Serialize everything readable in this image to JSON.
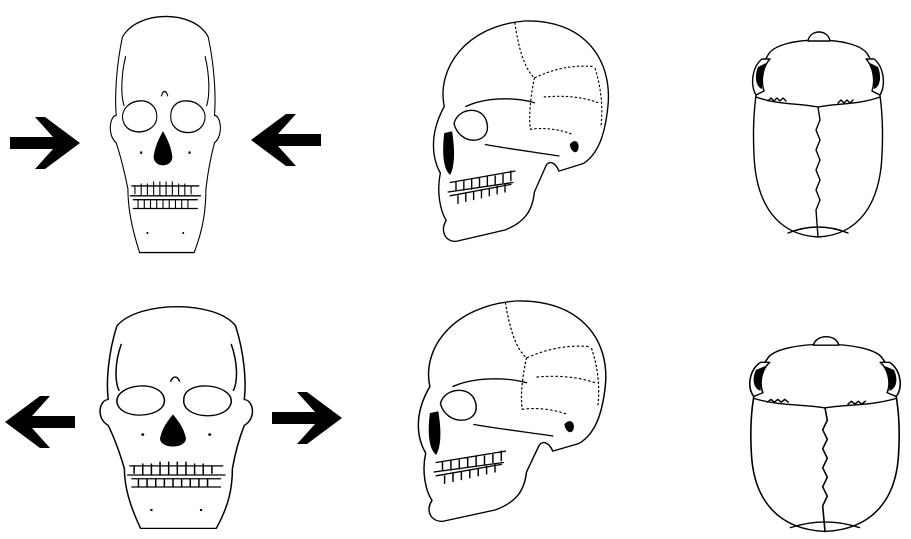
{
  "figure": {
    "rows": [
      {
        "row": "narrow",
        "arrow_direction": "inward"
      },
      {
        "row": "broad",
        "arrow_direction": "outward"
      }
    ],
    "views": [
      "frontal",
      "lateral",
      "superior"
    ],
    "colors": {
      "line": "#000000",
      "background": "#ffffff"
    }
  }
}
